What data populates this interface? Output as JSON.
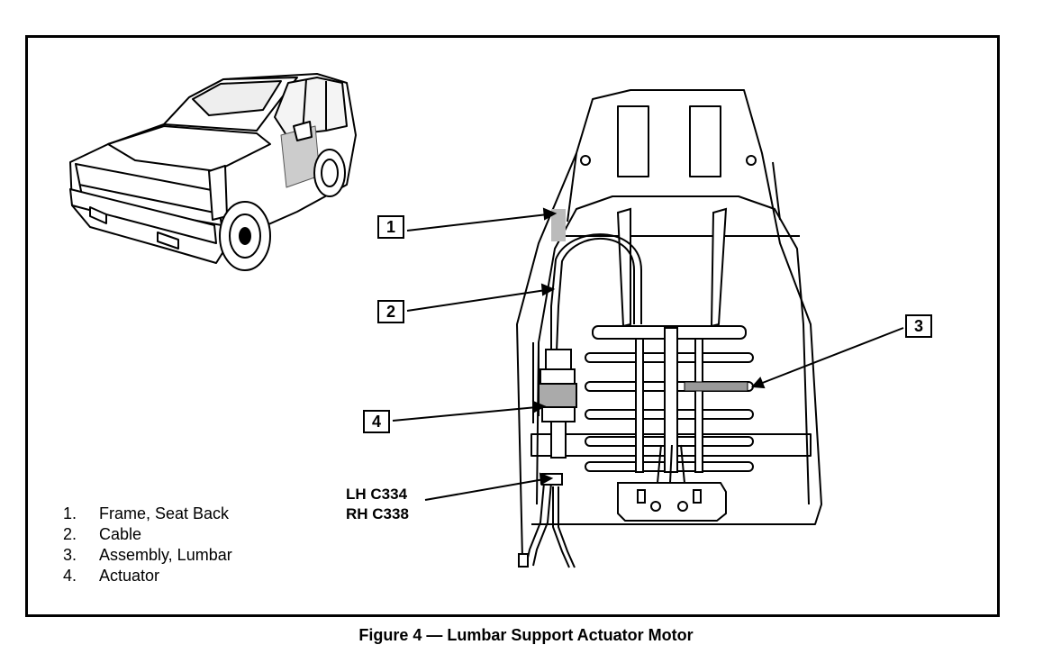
{
  "callouts": [
    "1",
    "2",
    "3",
    "4"
  ],
  "legend": [
    {
      "num": "1.",
      "text": "Frame, Seat Back"
    },
    {
      "num": "2.",
      "text": "Cable"
    },
    {
      "num": "3.",
      "text": "Assembly, Lumbar"
    },
    {
      "num": "4.",
      "text": "Actuator"
    }
  ],
  "connector_labels": [
    "LH C334",
    "RH C338"
  ],
  "caption": "Figure 4 — Lumbar Support Actuator Motor"
}
